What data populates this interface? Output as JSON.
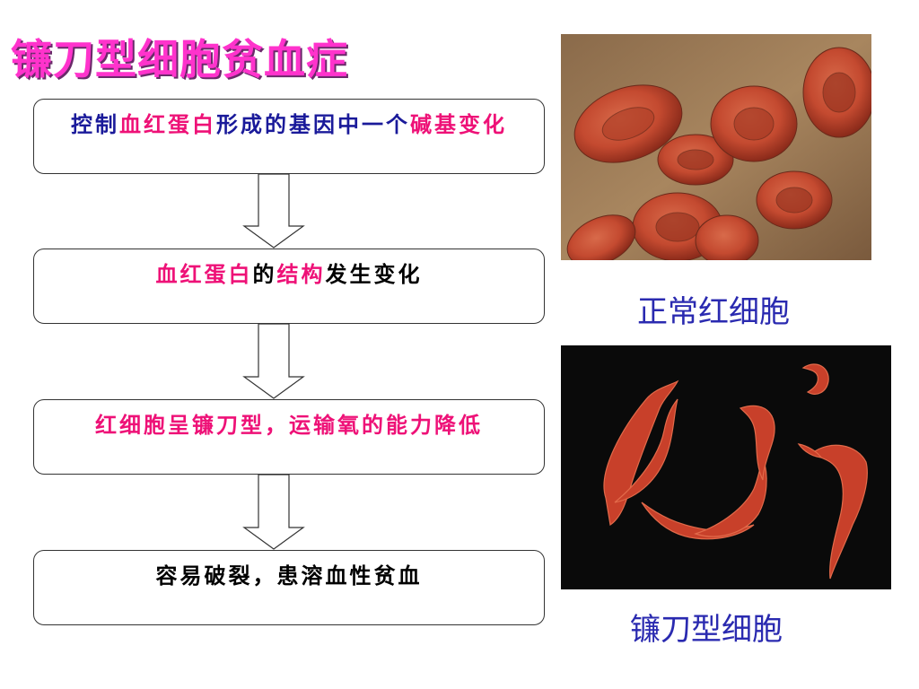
{
  "title": "镰刀型细胞贫血症",
  "steps": [
    {
      "parts": [
        {
          "text": "控制",
          "color": "blue"
        },
        {
          "text": "血红蛋白",
          "color": "pink"
        },
        {
          "text": "形成的基因中一个",
          "color": "blue"
        },
        {
          "text": "碱基变化",
          "color": "pink"
        }
      ]
    },
    {
      "parts": [
        {
          "text": "血红蛋白",
          "color": "pink"
        },
        {
          "text": "的",
          "color": "black"
        },
        {
          "text": "结构",
          "color": "pink"
        },
        {
          "text": "发生变化",
          "color": "black"
        }
      ]
    },
    {
      "parts": [
        {
          "text": "红细胞呈",
          "color": "pink"
        },
        {
          "text": "镰刀型",
          "color": "pink"
        },
        {
          "text": "，运输氧的能力降低",
          "color": "pink"
        }
      ]
    },
    {
      "parts": [
        {
          "text": "容易破裂，患溶血性贫血",
          "color": "black"
        }
      ]
    }
  ],
  "images": {
    "normal": {
      "caption": "正常红细胞",
      "icon": "normal-red-blood-cells-photo"
    },
    "sickle": {
      "caption": "镰刀型细胞",
      "icon": "sickle-cells-photo"
    }
  },
  "colors": {
    "title": "#ff33cc",
    "pink": "#ee1177",
    "blue": "#1a1a9a",
    "caption": "#2a2ab0"
  }
}
